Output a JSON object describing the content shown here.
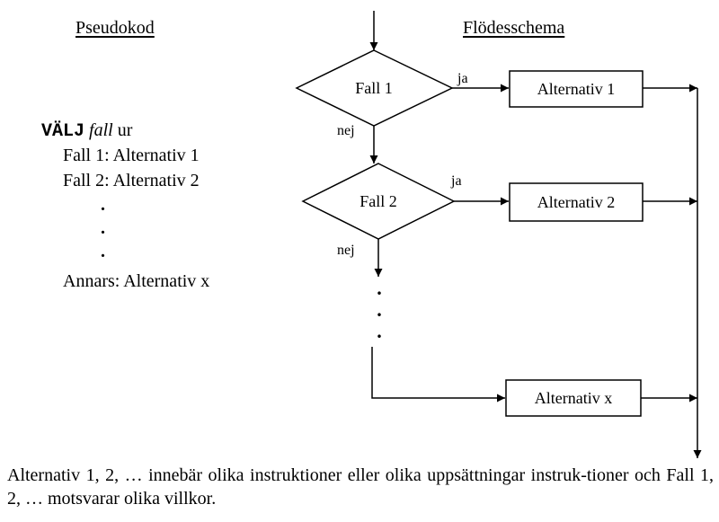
{
  "headings": {
    "pseudo": "Pseudokod",
    "flow": "Flödesschema"
  },
  "pseudocode": {
    "keyword": "VÄLJ",
    "variable": "fall",
    "after": " ur",
    "cases": [
      "Fall 1:  Alternativ 1",
      "Fall 2:  Alternativ 2"
    ],
    "dots": [
      ".",
      ".",
      "."
    ],
    "default": "Annars:  Alternativ x"
  },
  "flowchart": {
    "decisions": [
      "Fall 1",
      "Fall 2"
    ],
    "yes_label": "ja",
    "no_label": "nej",
    "alternatives": [
      "Alternativ 1",
      "Alternativ 2",
      "Alternativ x"
    ],
    "dots": [
      ".",
      ".",
      "."
    ]
  },
  "caption": "Alternativ 1, 2, … innebär olika instruktioner eller olika uppsättningar instruk-tioner och Fall 1, 2, … motsvarar olika villkor."
}
